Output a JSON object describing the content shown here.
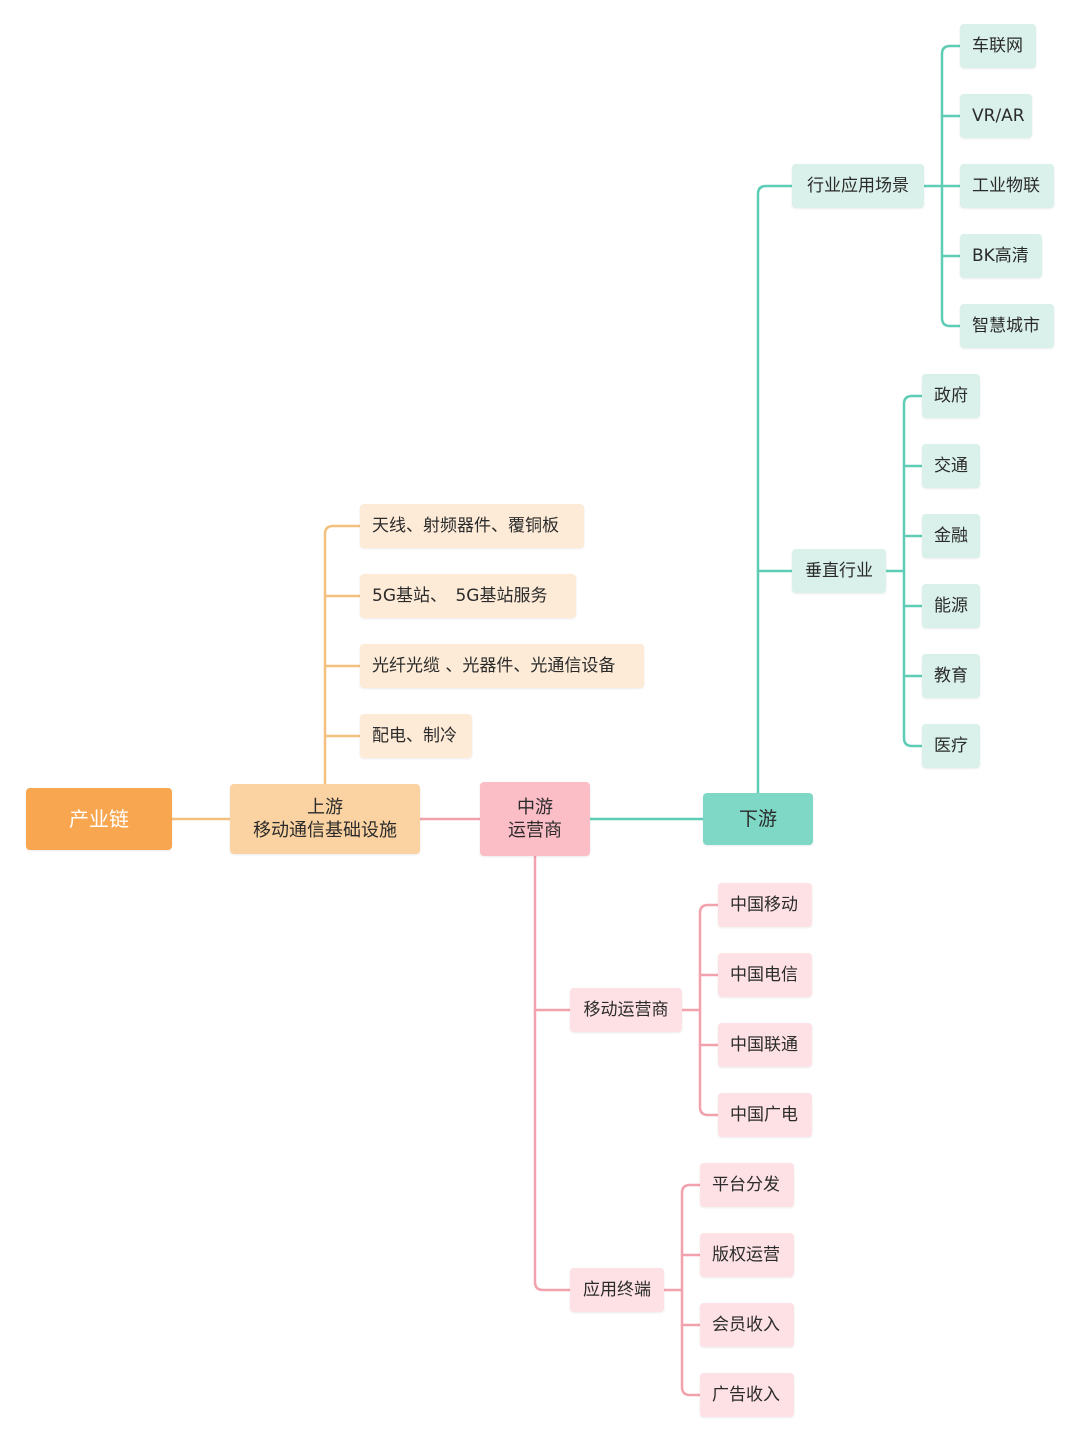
{
  "colors": {
    "root": "#f8a64f",
    "upstream_line": "#f3c07f",
    "midstream_line": "#f2a2ad",
    "downstream_line": "#5fcdb6"
  },
  "root": {
    "label": "产业链"
  },
  "upstream": {
    "line1": "上游",
    "line2": "移动通信基础设施",
    "items": [
      "天线、射频器件、覆铜板",
      "5G基站、　5G基站服务",
      "光纤光缆 、光器件、光通信设备",
      "配电、制冷"
    ]
  },
  "midstream": {
    "line1": "中游",
    "line2": "运营商",
    "groups": [
      {
        "label": "移动运营商",
        "items": [
          "中国移动",
          "中国电信",
          "中国联通",
          "中国广电"
        ]
      },
      {
        "label": "应用终端",
        "items": [
          "平台分发",
          "版权运营",
          "会员收入",
          "广告收入"
        ]
      }
    ]
  },
  "downstream": {
    "label": "下游",
    "groups": [
      {
        "label": "行业应用场景",
        "items": [
          "车联网",
          "VR/AR",
          "工业物联",
          "BK高清",
          "智慧城市"
        ]
      },
      {
        "label": "垂直行业",
        "items": [
          "政府",
          "交通",
          "金融",
          "能源",
          "教育",
          "医疗"
        ]
      }
    ]
  }
}
